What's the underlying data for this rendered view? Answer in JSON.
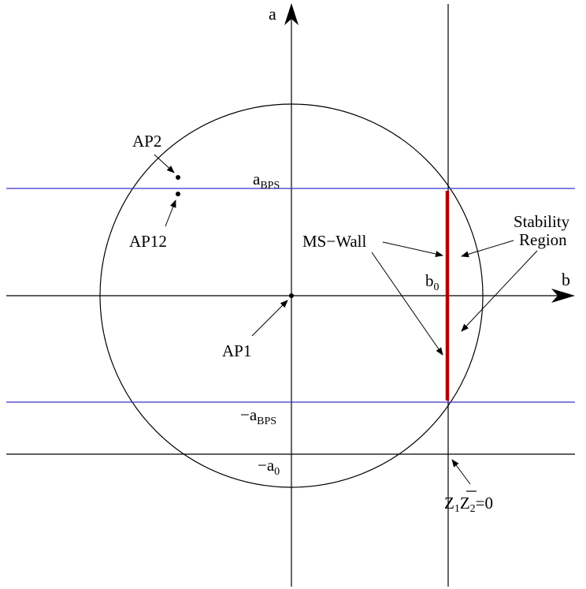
{
  "colors": {
    "line": "#000000",
    "bps_lines": "#3b33cc",
    "ms_wall": "#cc0000",
    "background": "#ffffff"
  },
  "labels": {
    "axis_a": "a",
    "axis_b": "b",
    "a_bps": {
      "main": "a",
      "sub": "BPS"
    },
    "neg_a_bps": {
      "main": "−a",
      "sub": "BPS"
    },
    "neg_a0": {
      "main": "−a",
      "sub": "0"
    },
    "b0": {
      "main": "b",
      "sub": "0"
    },
    "ap1": "AP1",
    "ap2": "AP2",
    "ap12": "AP12",
    "ms_wall": "MS−Wall",
    "stability_line1": "Stability",
    "stability_line2": "Region",
    "z_condition": {
      "z1": "Z",
      "s1": "1",
      "z2": "Z",
      "s2": "2",
      "rest": "=0"
    }
  }
}
